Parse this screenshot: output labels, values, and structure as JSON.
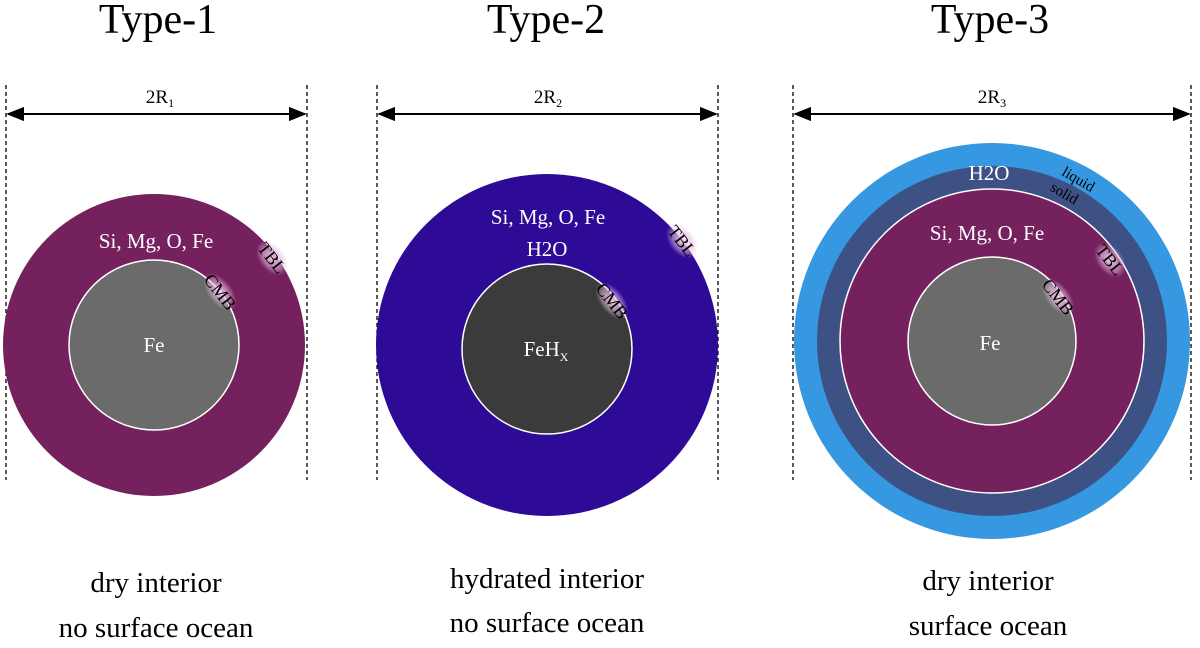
{
  "panels": [
    {
      "title": "Type-1",
      "diameter_label": "2R",
      "diameter_sub": "1",
      "mantle_label": "Si, Mg, O, Fe",
      "core_label": "Fe",
      "core_sub": "",
      "tbl": "TBL",
      "cmb": "CMB",
      "caption_line1": "dry interior",
      "caption_line2": "no surface ocean"
    },
    {
      "title": "Type-2",
      "diameter_label": "2R",
      "diameter_sub": "2",
      "mantle_label": "Si, Mg, O, Fe",
      "mantle_label2": "H2O",
      "core_label": "FeH",
      "core_sub": "X",
      "tbl": "TBL",
      "cmb": "CMB",
      "caption_line1": "hydrated interior",
      "caption_line2": "no surface ocean"
    },
    {
      "title": "Type-3",
      "diameter_label": "2R",
      "diameter_sub": "3",
      "ocean_label": "H2O",
      "liquid_label": "liquid",
      "solid_label": "solid",
      "mantle_label": "Si, Mg, O, Fe",
      "core_label": "Fe",
      "core_sub": "",
      "tbl": "TBL",
      "cmb": "CMB",
      "caption_line1": "dry interior",
      "caption_line2": "surface ocean"
    }
  ],
  "colors": {
    "mantle_dry": "#74215e",
    "mantle_hydrated": "#2d0b97",
    "core_fe": "#6b6b6b",
    "core_feh": "#3b3b3b",
    "ocean_liquid": "#3598e0",
    "ocean_solid": "#3e5185"
  }
}
